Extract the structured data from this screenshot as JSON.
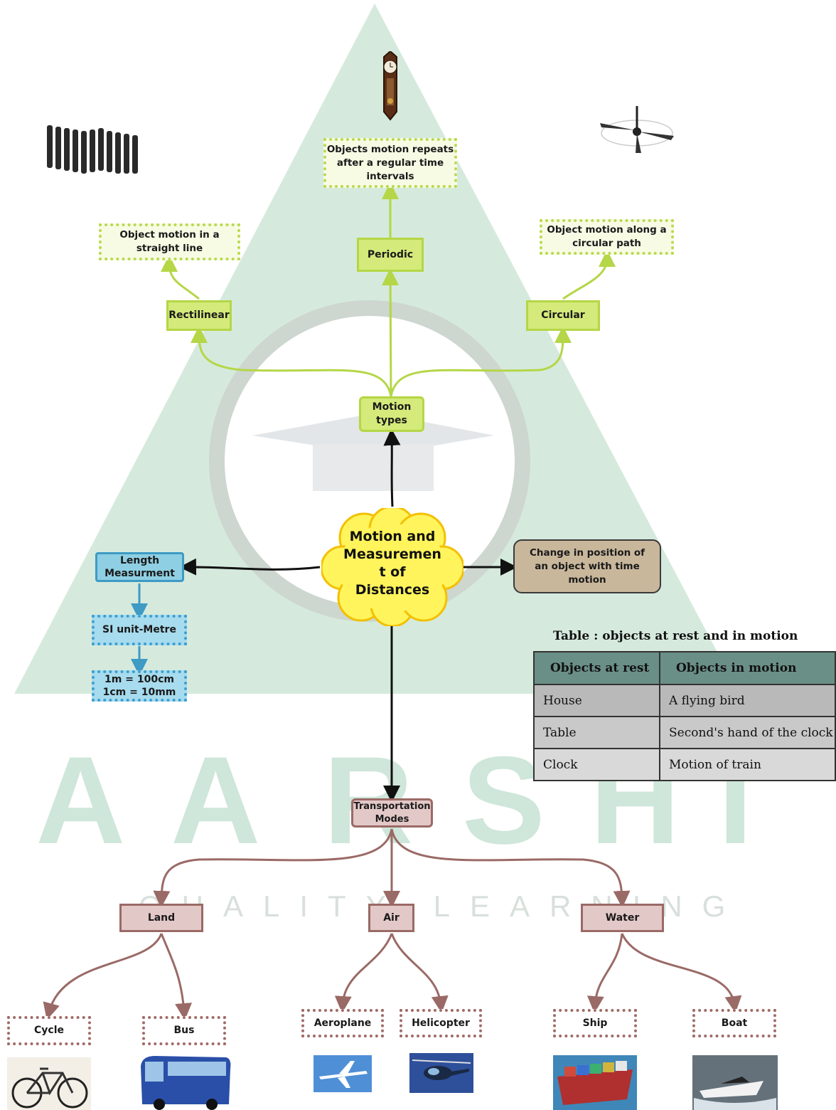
{
  "central": {
    "lines": [
      "Motion and",
      "Measuremen",
      "t of",
      "Distances"
    ]
  },
  "motion_types": {
    "label": "Motion types",
    "rectilinear": {
      "label": "Rectilinear",
      "description": "Object motion in a straight line"
    },
    "periodic": {
      "label": "Periodic",
      "description": "Objects motion repeats after a regular time intervals"
    },
    "circular": {
      "label": "Circular",
      "description": "Object motion along a circular path"
    }
  },
  "definition": "Change in position of an object with time motion",
  "length": {
    "label": "Length Measurment",
    "si_unit": "SI unit-Metre",
    "conversions": [
      "1m = 100cm",
      "1cm = 10mm"
    ]
  },
  "transport": {
    "label": "Transportation Modes",
    "land": {
      "label": "Land",
      "items": [
        "Cycle",
        "Bus"
      ]
    },
    "air": {
      "label": "Air",
      "items": [
        "Aeroplane",
        "Helicopter"
      ]
    },
    "water": {
      "label": "Water",
      "items": [
        "Ship",
        "Boat"
      ]
    }
  },
  "table": {
    "title": "Table : objects at rest and in motion",
    "headers": [
      "Objects at rest",
      "Objects in motion"
    ],
    "rows": [
      [
        "House",
        "A flying bird"
      ],
      [
        "Table",
        "Second's hand of the clock"
      ],
      [
        "Clock",
        "Motion of train"
      ]
    ]
  },
  "watermark": {
    "letters": [
      "A",
      "A",
      "R",
      "S",
      "H",
      "I"
    ],
    "tagline": "QUALITY LEARNING"
  },
  "colors": {
    "motion_green": "#b5d646",
    "length_blue": "#3d9bc4",
    "transport_brown": "#9a6a66",
    "cloud_yellow": "#fff45c"
  }
}
